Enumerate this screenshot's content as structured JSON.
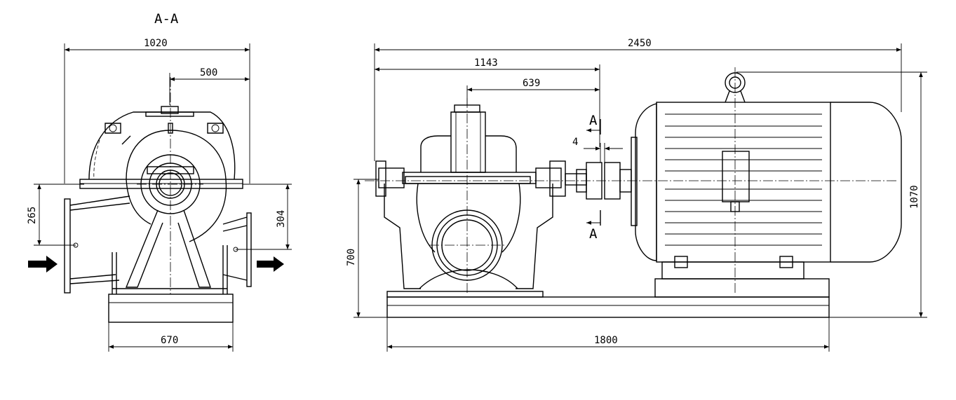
{
  "section_view": {
    "title": "A-A",
    "dim_overall_width": "1020",
    "dim_half_width": "500",
    "dim_inlet_height": "265",
    "dim_outlet_height": "304",
    "dim_base_width": "670"
  },
  "side_view": {
    "dim_total_length": "2450",
    "dim_pump_to_coupling": "1143",
    "dim_center_to_coupling": "639",
    "dim_coupling_gap": "4",
    "dim_shaft_height": "700",
    "dim_total_height": "1070",
    "dim_base_length": "1800",
    "section_mark_top": "A",
    "section_mark_bottom": "A"
  },
  "colors": {
    "line": "#000000",
    "background": "#ffffff"
  }
}
